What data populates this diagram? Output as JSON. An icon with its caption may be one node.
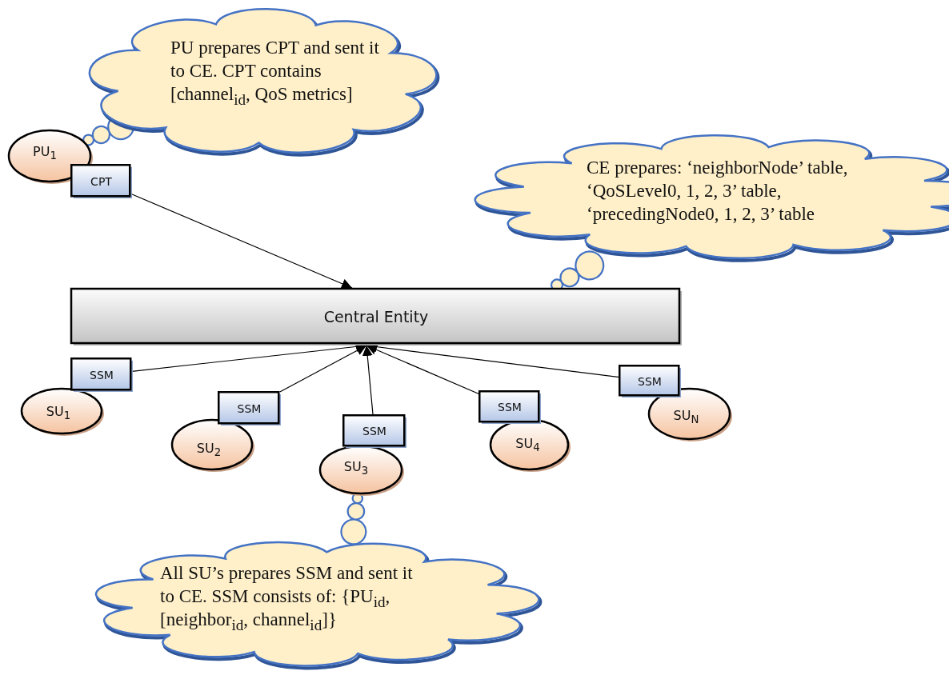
{
  "diagram": {
    "nodes": [
      {
        "text": [
          "PU prepares CPT and sent it to CE. CPT contains [channel$_{id}$, QoS metrics]"
        ]
      },
      {
        "text": [
          "PU$_{1}$"
        ]
      },
      {
        "text": [
          "CPT"
        ]
      },
      {
        "text": [
          "CE prepares: ‘neighborNode’ table, ‘QoSLevel0, 1, 2, 3’ table, ‘precedingNode0, 1, 2, 3’ table"
        ]
      },
      {
        "text": [
          "Central Entity"
        ]
      },
      {
        "text": [
          "SU$_{1}$"
        ]
      },
      {
        "text": [
          "SSM"
        ]
      },
      {
        "text": [
          "SU$_{2}$"
        ]
      },
      {
        "text": [
          "SSM"
        ]
      },
      {
        "text": [
          "SU$_{3}$"
        ]
      },
      {
        "text": [
          "SSM"
        ]
      },
      {
        "text": [
          "SU$_{4}$"
        ]
      },
      {
        "text": [
          "SSM"
        ]
      },
      {
        "text": [
          "SU$_{N}$"
        ]
      },
      {
        "text": [
          "SSM"
        ]
      },
      {
        "text": [
          "All SU’s prepares SSM and sent it to CE. SSM consists of: {PU$_{id}$, [neighbor$_{id}$, channel$_{id}$]}"
        ]
      }
    ],
    "edges": [
      {
        "from": 2,
        "to": 4,
        "arrow": "to"
      },
      {
        "from": 6,
        "to": 4,
        "arrow": "to"
      },
      {
        "from": 8,
        "to": 4,
        "arrow": "to"
      },
      {
        "from": 10,
        "to": 4,
        "arrow": "to"
      },
      {
        "from": 12,
        "to": 4,
        "arrow": "to"
      },
      {
        "from": 14,
        "to": 4,
        "arrow": "to"
      },
      {
        "from": 0,
        "to": 1,
        "arrow": "none",
        "color": "#4472c4"
      },
      {
        "from": 3,
        "to": 4,
        "arrow": "none",
        "color": "#4472c4"
      },
      {
        "from": 15,
        "to": 9,
        "arrow": "none",
        "color": "#4472c4"
      }
    ]
  }
}
